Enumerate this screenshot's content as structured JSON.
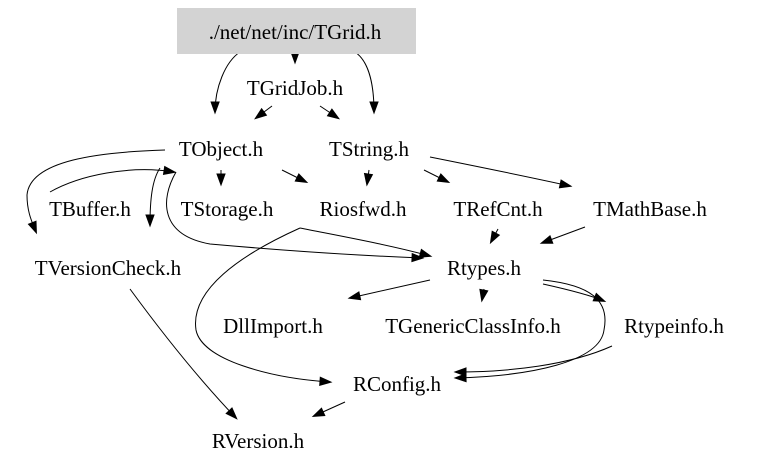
{
  "nodes": [
    {
      "id": "tgrid",
      "label": "./net/net/inc/TGrid.h",
      "highlighted": true
    },
    {
      "id": "tgridjob",
      "label": "TGridJob.h"
    },
    {
      "id": "tobject",
      "label": "TObject.h"
    },
    {
      "id": "tstring",
      "label": "TString.h"
    },
    {
      "id": "tbuffer",
      "label": "TBuffer.h"
    },
    {
      "id": "tstorage",
      "label": "TStorage.h"
    },
    {
      "id": "riosfwd",
      "label": "Riosfwd.h"
    },
    {
      "id": "trefcnt",
      "label": "TRefCnt.h"
    },
    {
      "id": "tmathbase",
      "label": "TMathBase.h"
    },
    {
      "id": "tversioncheck",
      "label": "TVersionCheck.h"
    },
    {
      "id": "rtypes",
      "label": "Rtypes.h"
    },
    {
      "id": "dllimport",
      "label": "DllImport.h"
    },
    {
      "id": "tgenericclassinfo",
      "label": "TGenericClassInfo.h"
    },
    {
      "id": "rtypeinfo",
      "label": "Rtypeinfo.h"
    },
    {
      "id": "rconfig",
      "label": "RConfig.h"
    },
    {
      "id": "rversion",
      "label": "RVersion.h"
    }
  ],
  "edges": [
    {
      "from": "tgrid",
      "to": "tgridjob"
    },
    {
      "from": "tgrid",
      "to": "tobject"
    },
    {
      "from": "tgrid",
      "to": "tstring"
    },
    {
      "from": "tgridjob",
      "to": "tobject"
    },
    {
      "from": "tgridjob",
      "to": "tstring"
    },
    {
      "from": "tobject",
      "to": "tbuffer"
    },
    {
      "from": "tobject",
      "to": "tstorage"
    },
    {
      "from": "tobject",
      "to": "riosfwd"
    },
    {
      "from": "tobject",
      "to": "tversioncheck"
    },
    {
      "from": "tobject",
      "to": "rtypes"
    },
    {
      "from": "tstring",
      "to": "riosfwd"
    },
    {
      "from": "tstring",
      "to": "trefcnt"
    },
    {
      "from": "tstring",
      "to": "tmathbase"
    },
    {
      "from": "tbuffer",
      "to": "tobject"
    },
    {
      "from": "riosfwd",
      "to": "rtypes"
    },
    {
      "from": "riosfwd",
      "to": "rconfig"
    },
    {
      "from": "trefcnt",
      "to": "rtypes"
    },
    {
      "from": "tmathbase",
      "to": "rtypes"
    },
    {
      "from": "tversioncheck",
      "to": "rversion"
    },
    {
      "from": "rtypes",
      "to": "dllimport"
    },
    {
      "from": "rtypes",
      "to": "tgenericclassinfo"
    },
    {
      "from": "rtypes",
      "to": "rtypeinfo"
    },
    {
      "from": "rtypes",
      "to": "rconfig"
    },
    {
      "from": "rtypeinfo",
      "to": "rconfig"
    },
    {
      "from": "rconfig",
      "to": "rversion"
    }
  ],
  "colors": {
    "highlight_box": "#d3d3d3",
    "edge": "#000000",
    "text": "#000000",
    "background": "#ffffff"
  }
}
